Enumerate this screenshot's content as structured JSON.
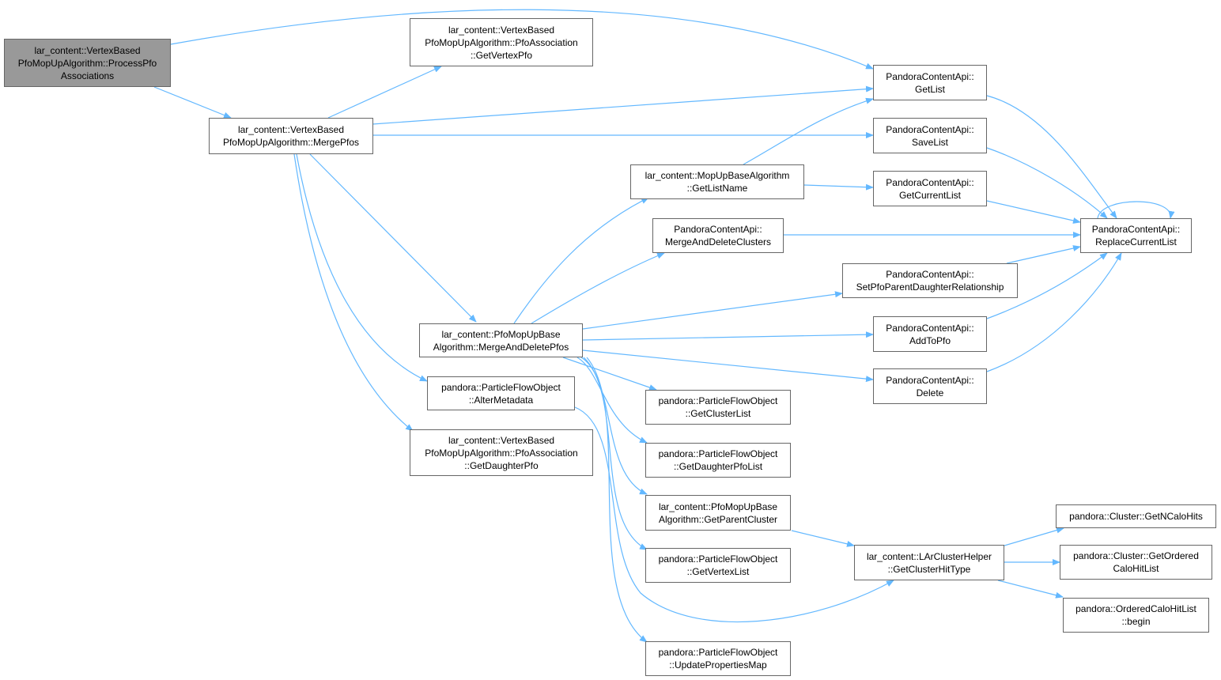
{
  "colors": {
    "edge": "#63b8ff",
    "node_border": "#666666",
    "root_fill": "#999999",
    "node_fill": "#ffffff"
  },
  "nodes": [
    {
      "id": "n0",
      "label": "lar_content::VertexBased\nPfoMopUpAlgorithm::ProcessPfo\nAssociations",
      "root": true
    },
    {
      "id": "n1",
      "label": "lar_content::VertexBased\nPfoMopUpAlgorithm::MergePfos"
    },
    {
      "id": "n2",
      "label": "lar_content::VertexBased\nPfoMopUpAlgorithm::PfoAssociation\n::GetVertexPfo"
    },
    {
      "id": "n3",
      "label": "PandoraContentApi::\nGetList"
    },
    {
      "id": "n4",
      "label": "PandoraContentApi::\nReplaceCurrentList"
    },
    {
      "id": "n5",
      "label": "lar_content::PfoMopUpBase\nAlgorithm::MergeAndDeletePfos"
    },
    {
      "id": "n6",
      "label": "pandora::ParticleFlowObject\n::AlterMetadata"
    },
    {
      "id": "n7",
      "label": "lar_content::VertexBased\nPfoMopUpAlgorithm::PfoAssociation\n::GetDaughterPfo"
    },
    {
      "id": "n8",
      "label": "PandoraContentApi::\nSaveList"
    },
    {
      "id": "n9",
      "label": "lar_content::MopUpBaseAlgorithm\n::GetListName"
    },
    {
      "id": "n10",
      "label": "PandoraContentApi::\nGetCurrentList"
    },
    {
      "id": "n11",
      "label": "PandoraContentApi::\nMergeAndDeleteClusters"
    },
    {
      "id": "n12",
      "label": "PandoraContentApi::\nSetPfoParentDaughterRelationship"
    },
    {
      "id": "n13",
      "label": "PandoraContentApi::\nAddToPfo"
    },
    {
      "id": "n14",
      "label": "PandoraContentApi::\nDelete"
    },
    {
      "id": "n15",
      "label": "pandora::ParticleFlowObject\n::GetClusterList"
    },
    {
      "id": "n16",
      "label": "pandora::ParticleFlowObject\n::GetDaughterPfoList"
    },
    {
      "id": "n17",
      "label": "lar_content::PfoMopUpBase\nAlgorithm::GetParentCluster"
    },
    {
      "id": "n18",
      "label": "lar_content::LArClusterHelper\n::GetClusterHitType"
    },
    {
      "id": "n19",
      "label": "pandora::ParticleFlowObject\n::GetVertexList"
    },
    {
      "id": "n20",
      "label": "pandora::ParticleFlowObject\n::UpdatePropertiesMap"
    },
    {
      "id": "n21",
      "label": "pandora::Cluster::GetNCaloHits"
    },
    {
      "id": "n22",
      "label": "pandora::Cluster::GetOrdered\nCaloHitList"
    },
    {
      "id": "n23",
      "label": "pandora::OrderedCaloHitList\n::begin"
    }
  ]
}
